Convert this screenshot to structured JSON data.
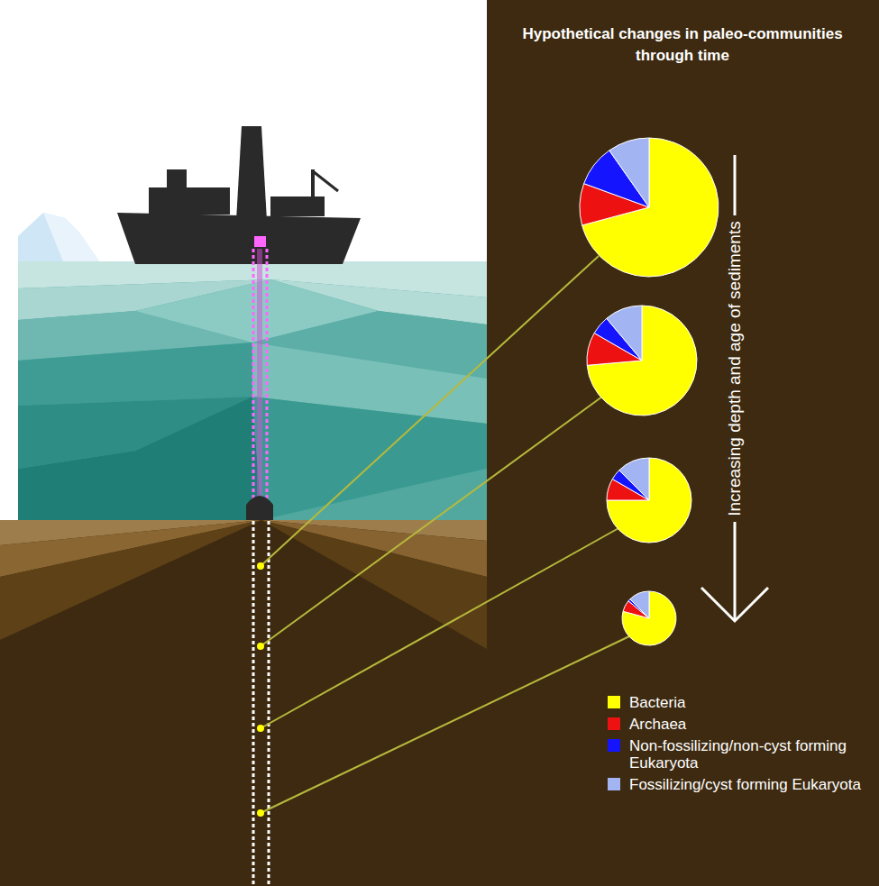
{
  "diagram": {
    "title": "Hypothetical changes in paleo-communities through time",
    "labels": [
      "Increasing depth and age of sediments"
    ],
    "legend": [
      {
        "text": "Bacteria",
        "color": "#ffff00"
      },
      {
        "text": "Archaea",
        "color": "#ee1111"
      },
      {
        "text": "Non-fossilizing/non-cyst forming Eukaryota",
        "color": "#1414ff"
      },
      {
        "text": "Fossilizing/cyst forming Eukaryota",
        "color": "#a3b4f2"
      }
    ]
  }
}
